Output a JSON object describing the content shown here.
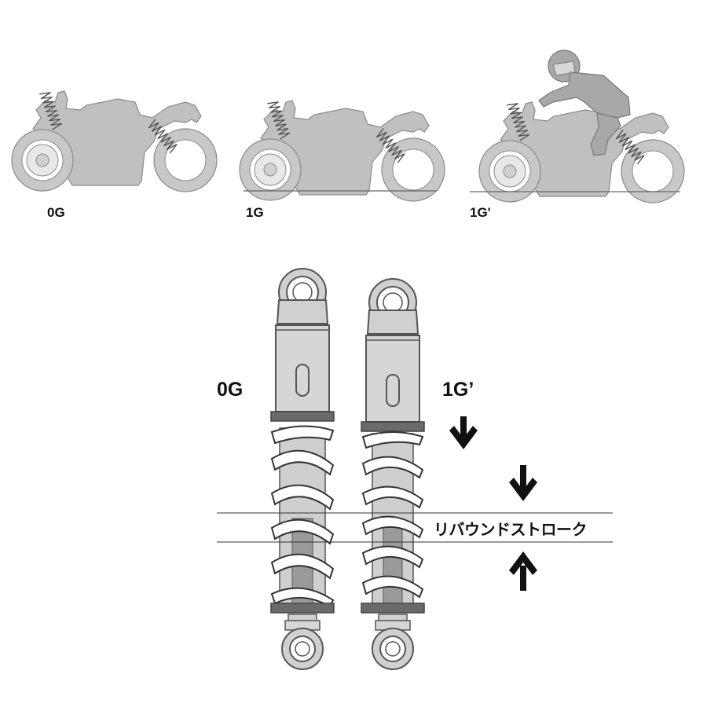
{
  "bikes": [
    {
      "label": "0G",
      "state": "unloaded"
    },
    {
      "label": "1G",
      "state": "static-sag"
    },
    {
      "label": "1G'",
      "state": "rider-sag"
    }
  ],
  "shocks": [
    {
      "label": "0G"
    },
    {
      "label": "1G’"
    }
  ],
  "stroke_label": "リバウンドストローク",
  "colors": {
    "silhouette": "#bfbfbf",
    "silhouette_outline": "#8a8a8a",
    "rider": "#a8a8a8",
    "shock_body": "#d6d6d6",
    "shock_dark": "#555555",
    "spring": "#ffffff",
    "ink": "#111111"
  },
  "icons": [
    "arrow-down-icon",
    "arrow-up-icon"
  ]
}
